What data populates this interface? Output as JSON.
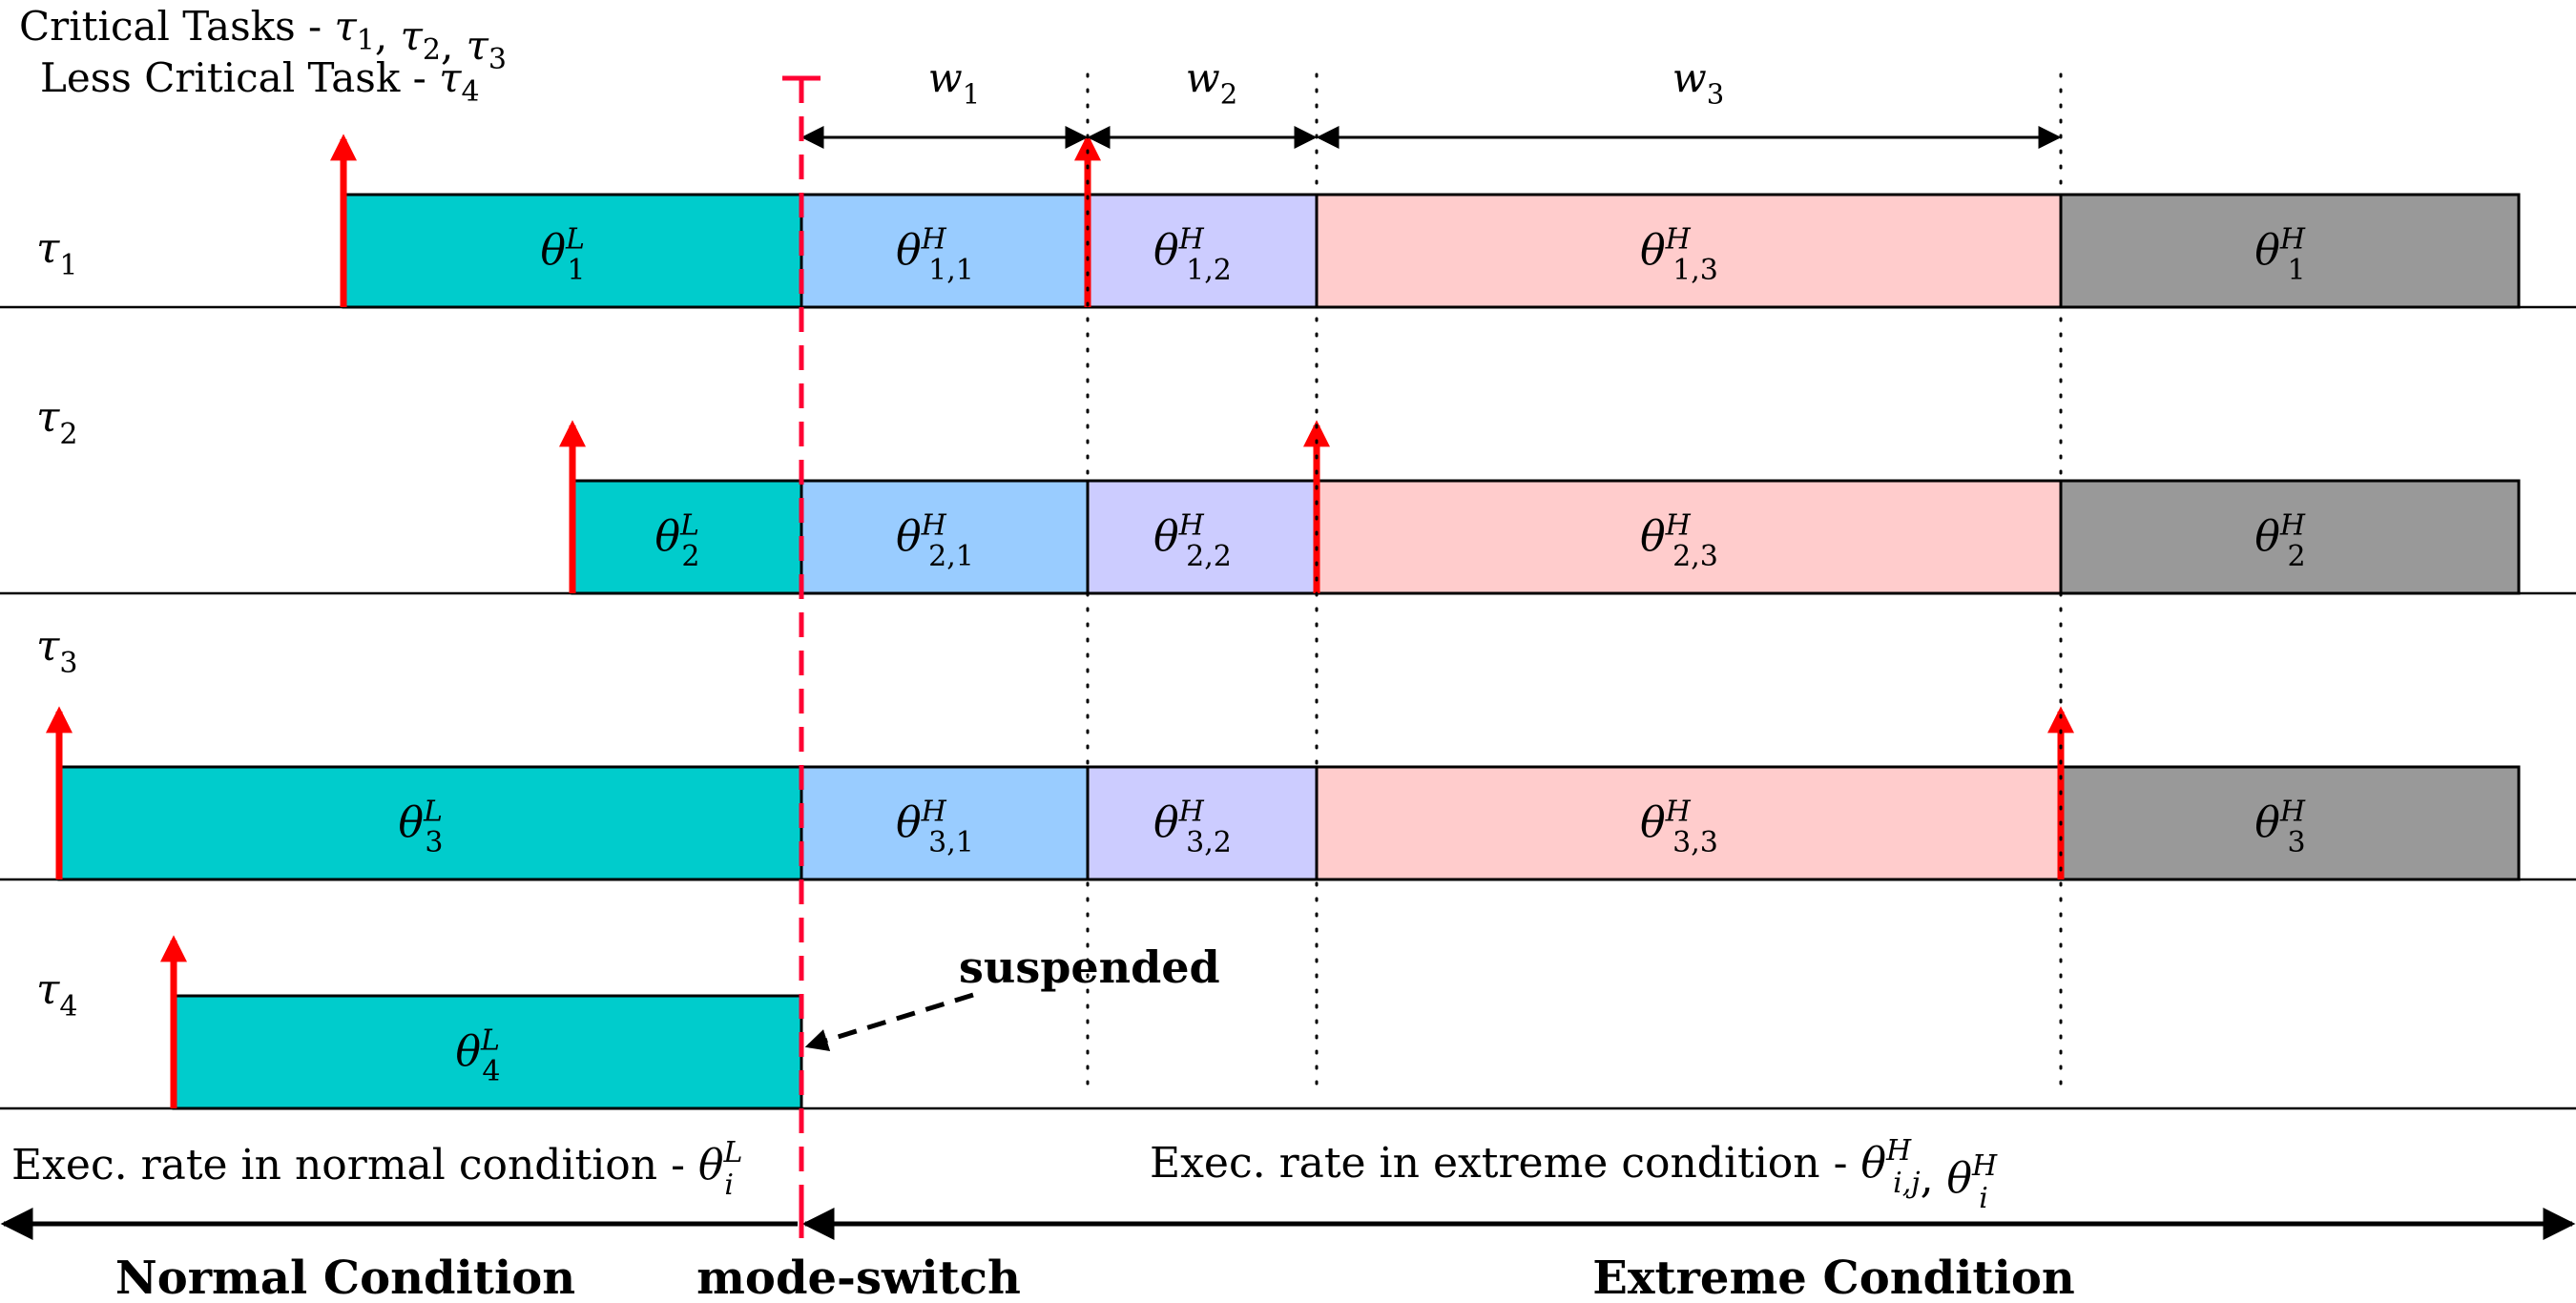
{
  "legend": {
    "critical": {
      "prefix": "Critical Tasks - ",
      "tasks": [
        {
          "sym": "τ",
          "sub": "1"
        },
        {
          "sym": "τ",
          "sub": "2"
        },
        {
          "sym": "τ",
          "sub": "3"
        }
      ]
    },
    "less_critical": {
      "prefix": "Less Critical Task - ",
      "tasks": [
        {
          "sym": "τ",
          "sub": "4"
        }
      ]
    }
  },
  "windows": [
    {
      "sym": "w",
      "sub": "1"
    },
    {
      "sym": "w",
      "sub": "2"
    },
    {
      "sym": "w",
      "sub": "3"
    }
  ],
  "tasks": [
    {
      "label": {
        "sym": "τ",
        "sub": "1"
      },
      "release_arrows": [
        1,
        4
      ],
      "blocks": [
        {
          "kind": "normal",
          "sym": "θ",
          "sup": "L",
          "sub": "1"
        },
        {
          "kind": "w1",
          "sym": "θ",
          "sup": "H",
          "sub": "1,1"
        },
        {
          "kind": "w2",
          "sym": "θ",
          "sup": "H",
          "sub": "1,2"
        },
        {
          "kind": "w3",
          "sym": "θ",
          "sup": "H",
          "sub": "1,3"
        },
        {
          "kind": "after",
          "sym": "θ",
          "sup": "H",
          "sub": "1"
        }
      ]
    },
    {
      "label": {
        "sym": "τ",
        "sub": "2"
      },
      "release_arrows": [
        1,
        5
      ],
      "blocks": [
        {
          "kind": "normal",
          "sym": "θ",
          "sup": "L",
          "sub": "2"
        },
        {
          "kind": "w1",
          "sym": "θ",
          "sup": "H",
          "sub": "2,1"
        },
        {
          "kind": "w2",
          "sym": "θ",
          "sup": "H",
          "sub": "2,2"
        },
        {
          "kind": "w3",
          "sym": "θ",
          "sup": "H",
          "sub": "2,3"
        },
        {
          "kind": "after",
          "sym": "θ",
          "sup": "H",
          "sub": "2"
        }
      ]
    },
    {
      "label": {
        "sym": "τ",
        "sub": "3"
      },
      "release_arrows": [
        0,
        6
      ],
      "blocks": [
        {
          "kind": "normal",
          "sym": "θ",
          "sup": "L",
          "sub": "3"
        },
        {
          "kind": "w1",
          "sym": "θ",
          "sup": "H",
          "sub": "3,1"
        },
        {
          "kind": "w2",
          "sym": "θ",
          "sup": "H",
          "sub": "3,2"
        },
        {
          "kind": "w3",
          "sym": "θ",
          "sup": "H",
          "sub": "3,3"
        },
        {
          "kind": "after",
          "sym": "θ",
          "sup": "H",
          "sub": "3"
        }
      ]
    },
    {
      "label": {
        "sym": "τ",
        "sub": "4"
      },
      "release_arrows": [
        3
      ],
      "blocks": [
        {
          "kind": "normal",
          "sym": "θ",
          "sup": "L",
          "sub": "4"
        }
      ]
    }
  ],
  "suspended_label": "suspended",
  "normal_rate": {
    "prefix": "Exec. rate in normal condition - ",
    "math": [
      {
        "sym": "θ",
        "sup": "L",
        "sub": "i"
      }
    ]
  },
  "extreme_rate": {
    "prefix": "Exec. rate in extreme condition - ",
    "math": [
      {
        "sym": "θ",
        "sup": "H",
        "sub": "i,j"
      },
      {
        "sym": "θ",
        "sup": "H",
        "sub": "i"
      }
    ]
  },
  "conditions": {
    "normal": "Normal Condition",
    "mode_switch": "mode-switch",
    "extreme": "Extreme Condition"
  },
  "colors": {
    "normal": "#00cccc",
    "w1": "#99ccff",
    "w2": "#ccccff",
    "w3": "#ffcccc",
    "after": "#999999",
    "release_arrow": "#ff0000",
    "mode_switch_line": "#ff0033"
  }
}
